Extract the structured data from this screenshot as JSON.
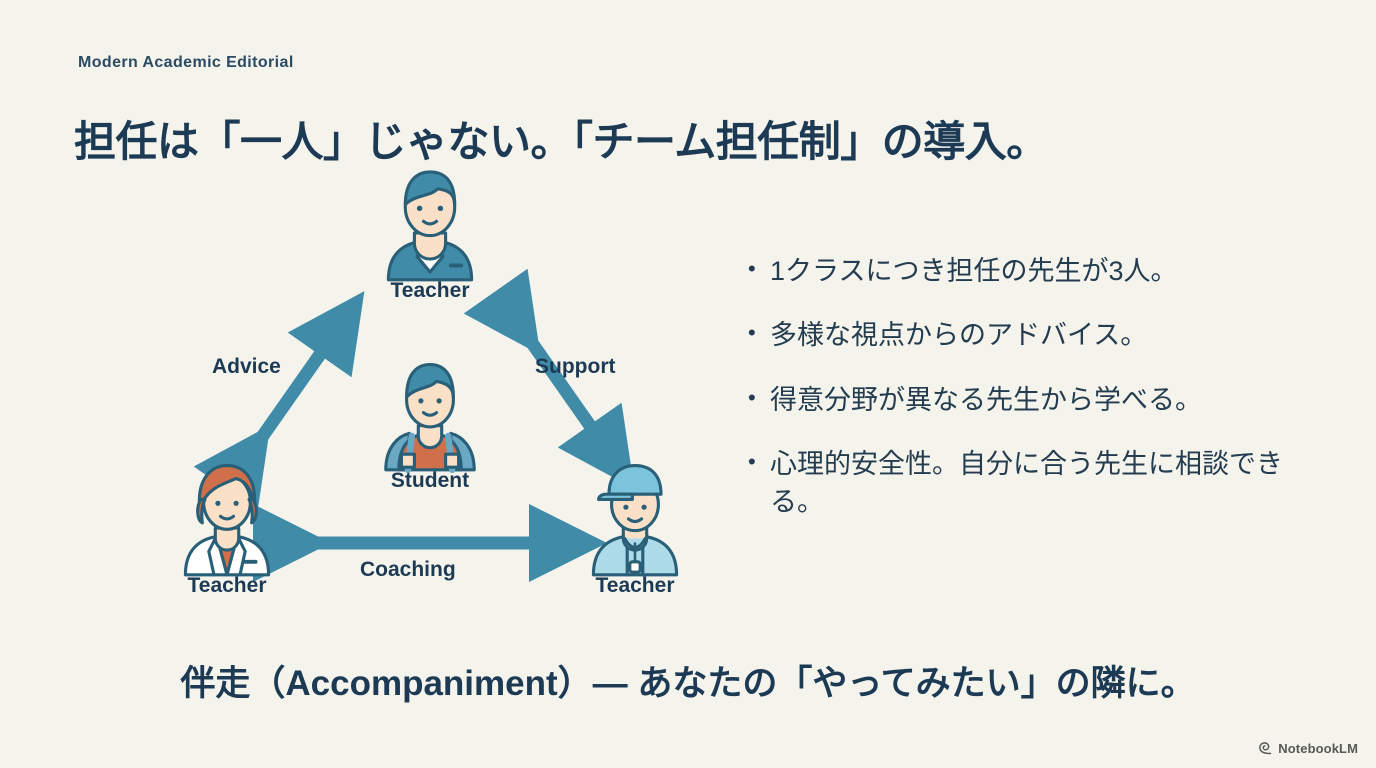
{
  "header": {
    "eyebrow": "Modern Academic Editorial",
    "title": "担任は「一人」じゃない。「チーム担任制」の導入。"
  },
  "diagram": {
    "nodes": {
      "top_teacher": "Teacher",
      "student": "Student",
      "left_teacher": "Teacher",
      "right_teacher": "Teacher"
    },
    "edges": {
      "advice": "Advice",
      "support": "Support",
      "coaching": "Coaching"
    }
  },
  "bullets": [
    {
      "marker": "•",
      "text": "1クラスにつき担任の先生が3人。"
    },
    {
      "marker": "•",
      "text": "多様な視点からのアドバイス。"
    },
    {
      "marker": "•",
      "text": "得意分野が異なる先生から学べる。"
    },
    {
      "marker": "•",
      "text": "心理的安全性。自分に合う先生に相談できる。"
    }
  ],
  "footer": {
    "caption": "伴走（Accompaniment）— あなたの「やってみたい」の隣に。"
  },
  "watermark": {
    "label": "NotebookLM",
    "icon": "notebooklm-spiral-icon"
  },
  "colors": {
    "background": "#f4f3ec",
    "ink": "#1d3a55",
    "arrow": "#3f8ba8",
    "accent_orange": "#d0704a",
    "skin": "#fbe0c8",
    "light_blue": "#aedbea"
  }
}
